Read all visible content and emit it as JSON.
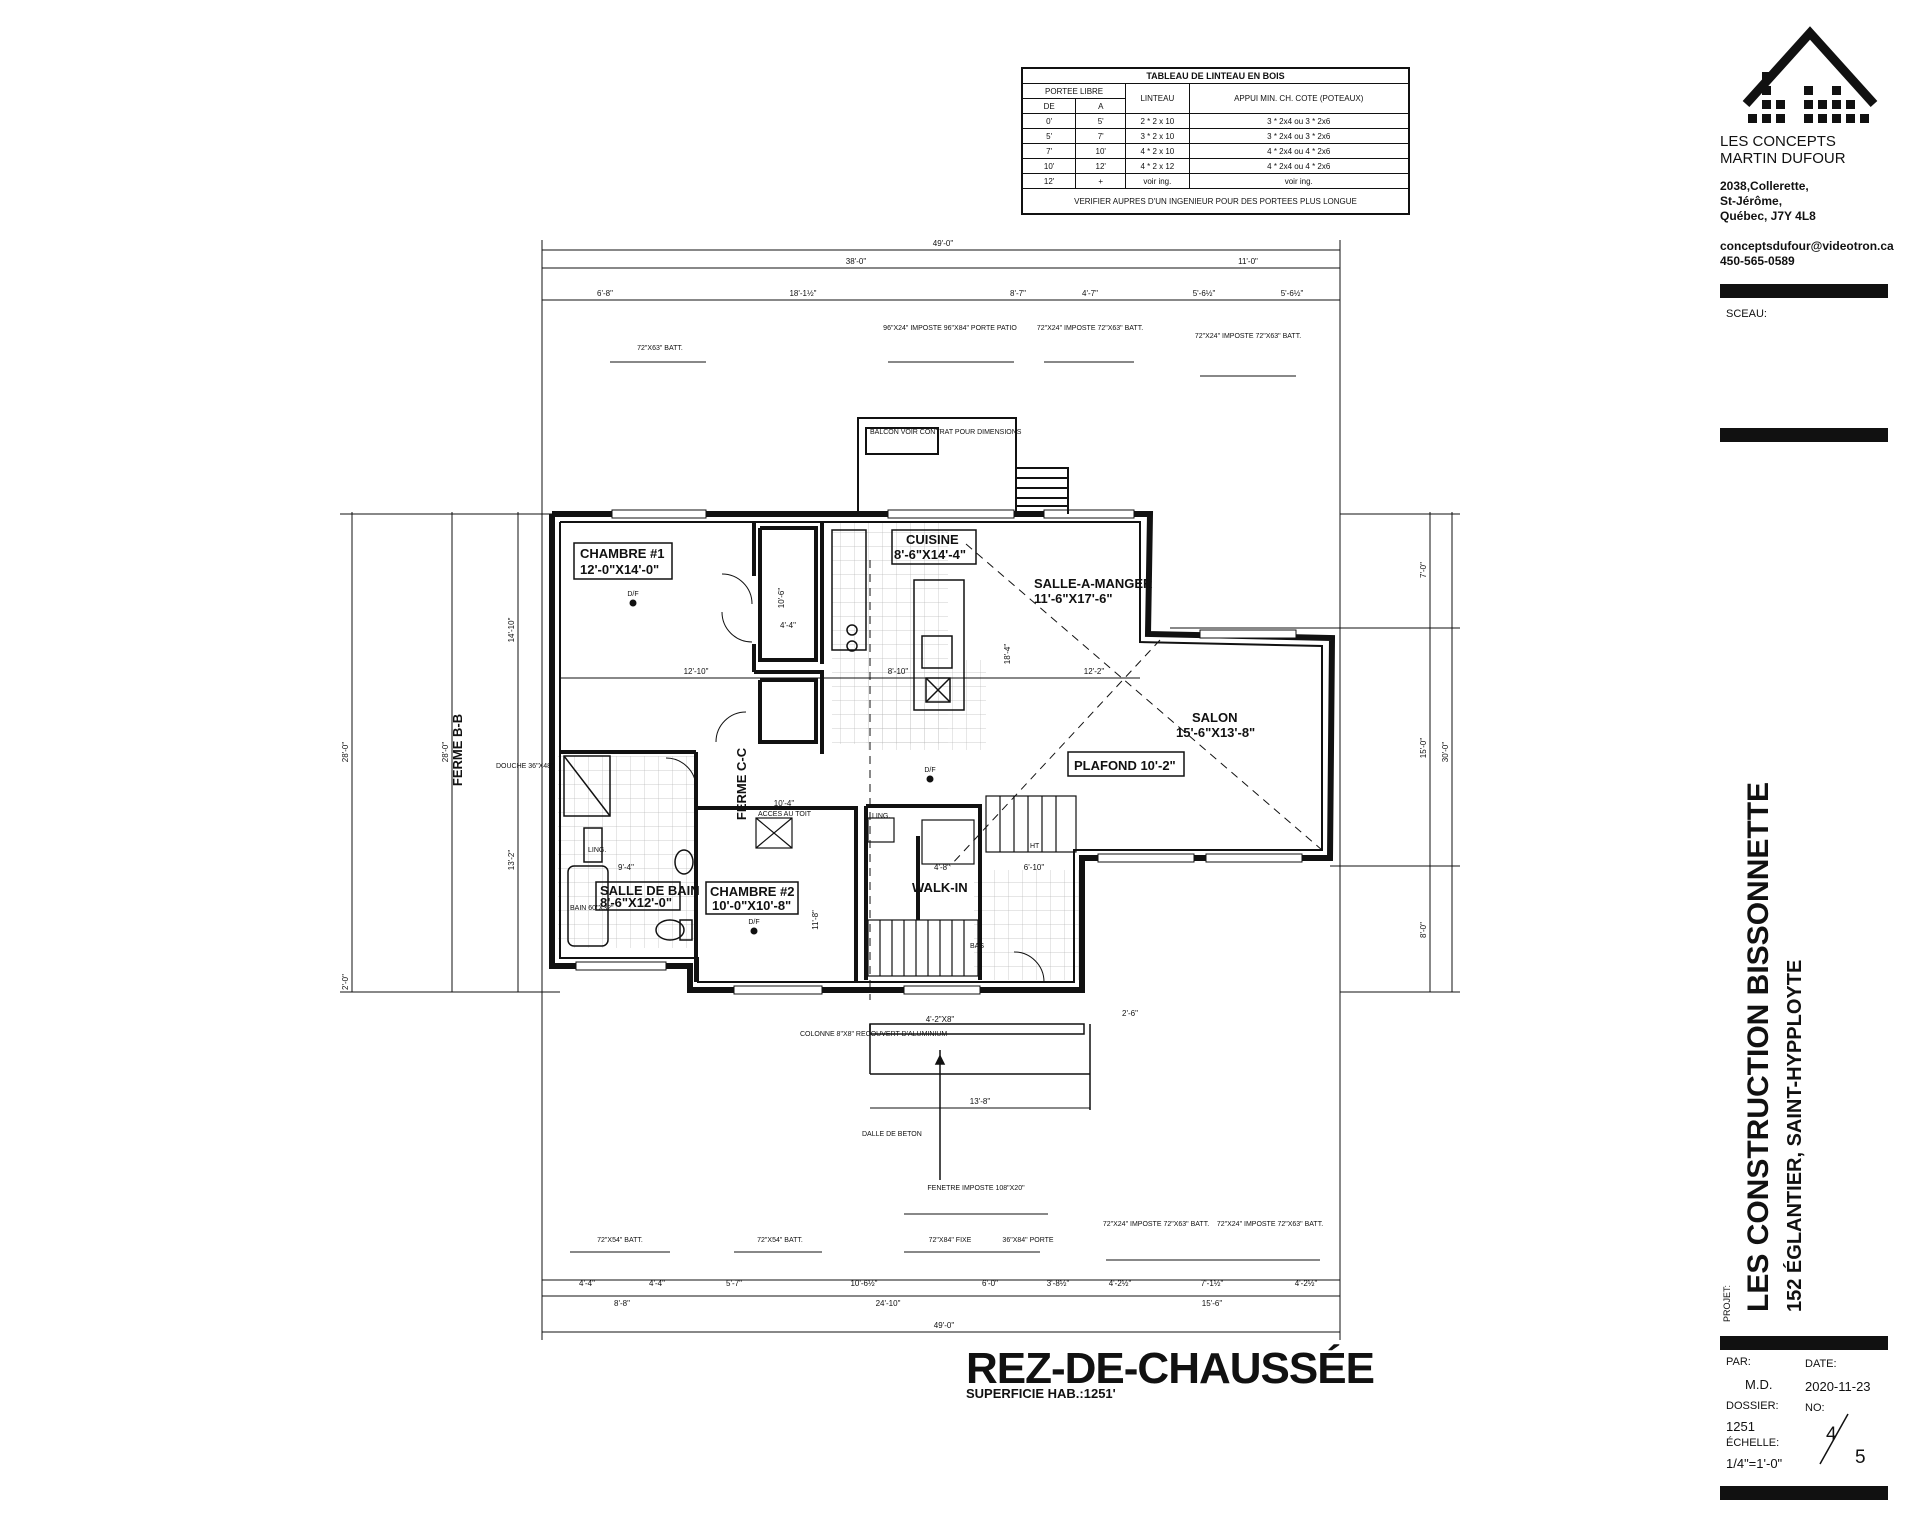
{
  "company": {
    "name_line1": "LES CONCEPTS",
    "name_line2": "MARTIN DUFOUR",
    "address_line1": "2038,Collerette,",
    "address_line2": "St-Jérôme,",
    "address_line3": "Québec, J7Y 4L8",
    "email": "conceptsdufour@videotron.ca",
    "phone": "450-565-0589",
    "seal_label": "SCEAU:"
  },
  "project": {
    "label": "PROJET:",
    "name": "LES CONSTRUCTION BISSONNETTE",
    "address": "152 ÉGLANTIER, SAINT-HYPPLOYTE"
  },
  "titleblock": {
    "par_label": "PAR:",
    "par": "M.D.",
    "date_label": "DATE:",
    "date": "2020-11-23",
    "dossier_label": "DOSSIER:",
    "dossier": "1251",
    "no_label": "NO:",
    "sheet": "4",
    "total": "5",
    "echelle_label": "ÉCHELLE:",
    "echelle": "1/4\"=1'-0\""
  },
  "drawing": {
    "title": "REZ-DE-CHAUSSÉE",
    "subtitle": "SUPERFICIE HAB.:1251'"
  },
  "lintel_table": {
    "title": "TABLEAU DE LINTEAU EN BOIS",
    "h_portee": "PORTEE LIBRE",
    "h_de": "DE",
    "h_a": "A",
    "h_linteau": "LINTEAU",
    "h_appui": "APPUI MIN. CH. COTE (POTEAUX)",
    "rows": [
      {
        "de": "0'",
        "a": "5'",
        "linteau": "2 * 2 x 10",
        "appui": "3 * 2x4 ou 3 * 2x6"
      },
      {
        "de": "5'",
        "a": "7'",
        "linteau": "3 * 2 x 10",
        "appui": "3 * 2x4 ou 3 * 2x6"
      },
      {
        "de": "7'",
        "a": "10'",
        "linteau": "4 * 2 x 10",
        "appui": "4 * 2x4 ou 4 * 2x6"
      },
      {
        "de": "10'",
        "a": "12'",
        "linteau": "4 * 2 x 12",
        "appui": "4 * 2x4 ou 4 * 2x6"
      },
      {
        "de": "12'",
        "a": "+",
        "linteau": "voir ing.",
        "appui": "voir ing."
      }
    ],
    "note": "VERIFIER AUPRES D'UN INGENIEUR POUR DES PORTEES PLUS LONGUE"
  },
  "rooms": {
    "chambre1_name": "CHAMBRE #1",
    "chambre1_dim": "12'-0\"X14'-0\"",
    "cuisine_name": "CUISINE",
    "cuisine_dim": "8'-6\"X14'-4\"",
    "sam_name": "SALLE-A-MANGER",
    "sam_dim": "11'-6\"X17'-6\"",
    "salon_name": "SALON",
    "salon_dim": "15'-6\"X13'-8\"",
    "plafond": "PLAFOND 10'-2\"",
    "sdb_name": "SALLE DE BAIN",
    "sdb_dim": "8'-6\"X12'-0\"",
    "chambre2_name": "CHAMBRE #2",
    "chambre2_dim": "10'-0\"X10'-8\"",
    "walkin": "WALK-IN",
    "ferme_bb": "FERME B-B",
    "ferme_cc": "FERME C-C",
    "df": "D/F",
    "douche": "DOUCHE 36\"X48\"",
    "bain": "BAIN 60\"X32\"",
    "ling": "LING.",
    "acces": "ACCES AU TOIT",
    "balcon": "BALCON VOIR CONTRAT POUR DIMENSIONS",
    "colonne": "COLONNE 8\"X8\" RECOUVERT D'ALUMINIUM",
    "dalle": "DALLE DE BETON",
    "ht": "HT",
    "bas": "BAS"
  },
  "dims": {
    "top_total": "49'-0\"",
    "top_38": "38'-0\"",
    "top_11": "11'-0\"",
    "top_a": "6'-8\"",
    "top_b": "18'-1½\"",
    "top_c": "8'-7\"",
    "top_d": "4'-7\"",
    "top_e": "5'-6½\"",
    "top_f": "5'-6½\"",
    "w_top1": "72\"X63\" BATT.",
    "w_top2": "96\"X24\" IMPOSTE 96\"X84\" PORTE PATIO",
    "w_top3": "72\"X24\" IMPOSTE 72\"X63\" BATT.",
    "w_top4": "72\"X24\" IMPOSTE 72\"X63\" BATT.",
    "bot_total": "49'-0\"",
    "bot_a": "4'-4\"",
    "bot_b": "4'-4\"",
    "bot_c": "5'-7\"",
    "bot_d": "10'-6½\"",
    "bot_e": "6'-0\"",
    "bot_f": "3'-8½\"",
    "bot_g": "4'-2½\"",
    "bot_h": "7'-1½\"",
    "bot_i": "4'-2½\"",
    "bot_j": "8'-8\"",
    "bot_k": "24'-10\"",
    "bot_l": "15'-6\"",
    "w_bot1": "72\"X54\" BATT.",
    "w_bot2": "72\"X54\" BATT.",
    "w_bot3": "72\"X84\" FIXE",
    "w_bot4": "36\"X84\" PORTE",
    "w_bot5": "72\"X24\" IMPOSTE 72\"X63\" BATT.",
    "w_bot6": "72\"X24\" IMPOSTE 72\"X63\" BATT.",
    "fenetre": "FENETRE IMPOSTE 108\"X20\"",
    "left_28": "28'-0\"",
    "left_28b": "28'-0\"",
    "left_14": "14'-10\"",
    "left_13": "13'-2\"",
    "left_2": "2'-0\"",
    "right_7": "7'-0\"",
    "right_30": "30'-0\"",
    "right_15": "15'-0\"",
    "right_8": "8'-0\"",
    "int_12_10": "12'-10\"",
    "int_8_10": "8'-10\"",
    "int_12_2": "12'-2\"",
    "int_10_4": "10'-4\"",
    "int_9_4": "9'-4\"",
    "int_4_8": "4'-8\"",
    "int_6_10": "6'-10\"",
    "int_18_4": "18'-4\"",
    "int_11_8": "11'-8\"",
    "int_10_6": "10'-6\"",
    "int_4_4": "4'-4\"",
    "porch_13_8": "13'-8\"",
    "porch_4_2": "4'-2\"X8\"",
    "porch_2_6": "2'-6\""
  }
}
